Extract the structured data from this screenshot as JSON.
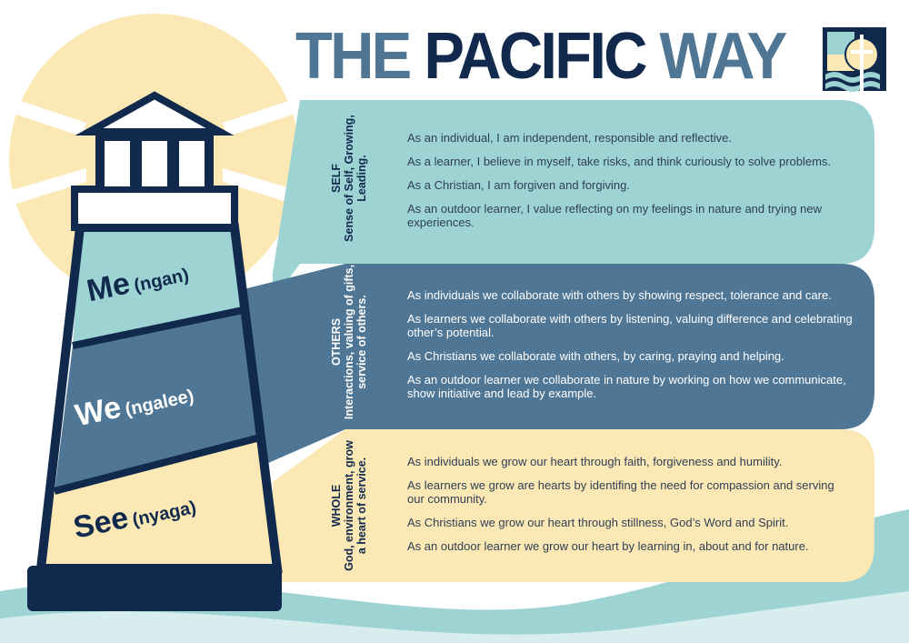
{
  "title": {
    "part1": "THE",
    "part2": "PACIFIC",
    "part3": "WAY"
  },
  "colors": {
    "teal": "#9dd3d3",
    "slate": "#4f7694",
    "cream": "#fbe8b4",
    "navy": "#10294d"
  },
  "lighthouse": {
    "bands": [
      {
        "word": "Me",
        "translation": "(ngan)"
      },
      {
        "word": "We",
        "translation": "(ngalee)"
      },
      {
        "word": "See",
        "translation": "(nyaga)"
      }
    ]
  },
  "sections": [
    {
      "heading": "SELF",
      "subtitle": "Sense of Self, Growing, Leading.",
      "items": [
        "As an individual, I am independent, responsible and reflective.",
        "As a learner, I believe in myself, take risks, and think curiously to solve problems.",
        "As a Christian, I am forgiven and forgiving.",
        "As an outdoor learner, I value reflecting on my feelings in nature and trying new experiences."
      ]
    },
    {
      "heading": "OTHERS",
      "subtitle": "Interactions, valuing of gifts, service of others.",
      "items": [
        "As individuals we collaborate with others by showing respect, tolerance and care.",
        "As learners we collaborate with others by listening, valuing difference and celebrating other’s potential.",
        "As Christians we collaborate with others, by caring, praying and helping.",
        "As an outdoor learner we collaborate in nature by working on how we communicate, show initiative and lead by example."
      ]
    },
    {
      "heading": "WHOLE",
      "subtitle": "God, environment, grow a heart of service.",
      "items": [
        "As individuals we grow our heart through faith, forgiveness and humility.",
        "As learners we grow are hearts by identifing the need for compassion and serving our community.",
        "As Christians we grow our heart through stillness, God’s Word and Spirit.",
        "As an outdoor learner we grow our heart by learning in, about and for nature."
      ]
    }
  ]
}
